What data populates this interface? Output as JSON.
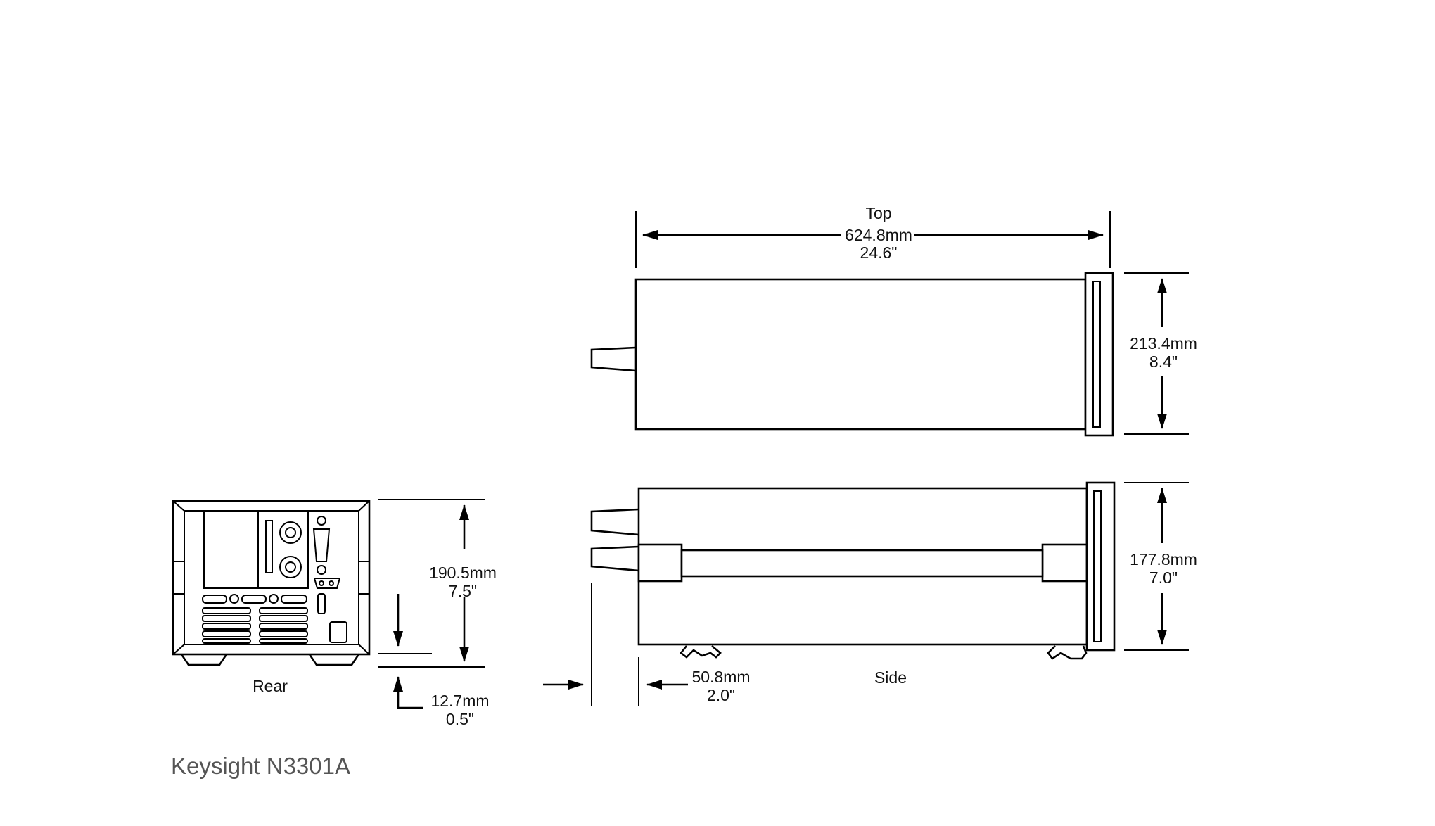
{
  "caption": "Keysight N3301A",
  "views": {
    "top": "Top",
    "side": "Side",
    "rear": "Rear"
  },
  "dimensions": {
    "length": {
      "mm": "624.8mm",
      "in": "24.6\""
    },
    "width": {
      "mm": "213.4mm",
      "in": "8.4\""
    },
    "side_height": {
      "mm": "177.8mm",
      "in": "7.0\""
    },
    "rear_height": {
      "mm": "190.5mm",
      "in": "7.5\""
    },
    "foot_height": {
      "mm": "12.7mm",
      "in": "0.5\""
    },
    "rear_protrusion": {
      "mm": "50.8mm",
      "in": "2.0\""
    }
  }
}
